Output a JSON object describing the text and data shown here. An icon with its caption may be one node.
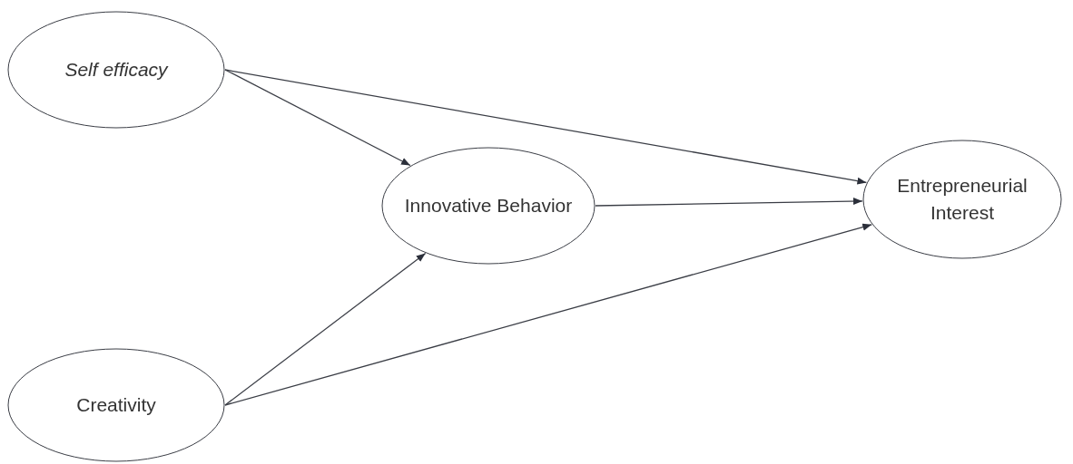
{
  "diagram": {
    "nodes": [
      {
        "text": [
          "Self efficacy"
        ]
      },
      {
        "text": [
          "Innovative Behavior"
        ]
      },
      {
        "text": [
          "Entrepreneurial Interest"
        ]
      },
      {
        "text": [
          "Creativity"
        ]
      }
    ],
    "edges": [
      {
        "from": 0,
        "to": 1,
        "arrow": "to"
      },
      {
        "from": 0,
        "to": 2,
        "arrow": "to"
      },
      {
        "from": 1,
        "to": 2,
        "arrow": "to"
      },
      {
        "from": 3,
        "to": 1,
        "arrow": "to"
      },
      {
        "from": 3,
        "to": 2,
        "arrow": "to"
      }
    ]
  }
}
